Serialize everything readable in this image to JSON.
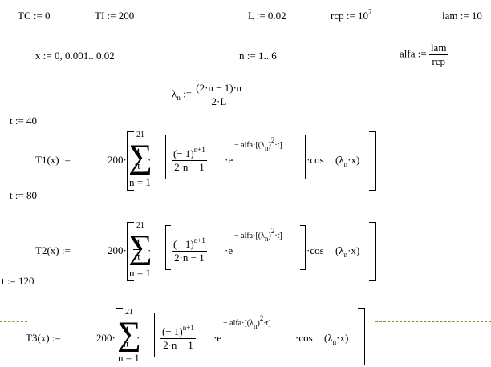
{
  "defs": {
    "tc": "TC := 0",
    "ti": "TI := 200",
    "l": "L := 0.02",
    "rcp_lhs": "rcp := 10",
    "rcp_exp": "7",
    "lam": "lam := 10",
    "x_range": "x := 0, 0.001.. 0.02",
    "n_range": "n := 1.. 6",
    "alfa_lhs": "alfa :=",
    "alfa_num": "lam",
    "alfa_den": "rcp",
    "lambda_lhs": "λ",
    "lambda_sub": "n",
    "lambda_assign": " :=",
    "lambda_num": "(2·n − 1)·π",
    "lambda_den": "2·L"
  },
  "times": [
    "t := 40",
    "t := 80",
    "t := 120"
  ],
  "formula": {
    "coef": "200·",
    "frac_num": "4",
    "frac_den": "π",
    "dot": "·",
    "sum_top": "21",
    "sum_bottom": "n = 1",
    "sigma": "∑",
    "term_num_base": "(− 1)",
    "term_num_exp": "n+1",
    "term_den": "2·n − 1",
    "e": "·e",
    "exp_text": "− alfa·[(λ",
    "exp_sub": "n",
    "exp_close": ")",
    "exp_sq": "2",
    "exp_t": "·t]",
    "cos": "·cos",
    "cos_arg": "(λ",
    "cos_sub": "n",
    "cos_x": "·x)"
  },
  "functions": [
    {
      "lhs": "T1(x) :="
    },
    {
      "lhs": "T2(x) :="
    },
    {
      "lhs": "T3(x) :="
    }
  ]
}
